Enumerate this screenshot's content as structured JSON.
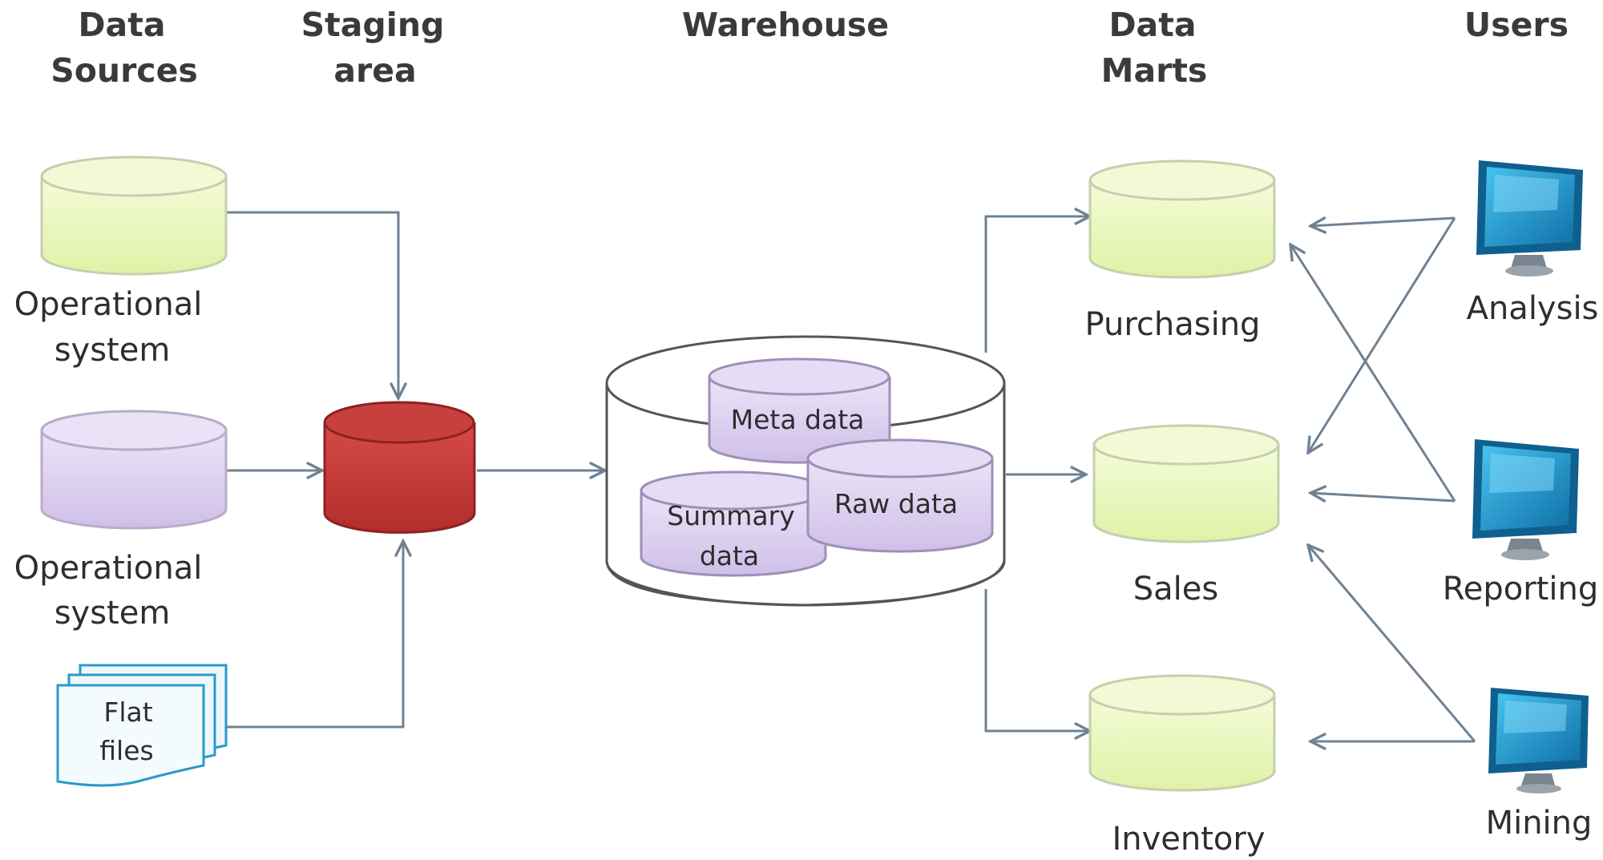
{
  "headers": {
    "data_sources_line1": "Data",
    "data_sources_line2": "Sources",
    "staging_line1": "Staging",
    "staging_line2": "area",
    "warehouse": "Warehouse",
    "data_marts_line1": "Data",
    "data_marts_line2": "Marts",
    "users": "Users"
  },
  "sources": {
    "operational_1_line1": "Operational",
    "operational_1_line2": "system",
    "operational_2_line1": "Operational",
    "operational_2_line2": "system",
    "flat_files_line1": "Flat",
    "flat_files_line2": "files"
  },
  "warehouse": {
    "meta_data": "Meta data",
    "summary_data_line1": "Summary",
    "summary_data_line2": "data",
    "raw_data": "Raw data"
  },
  "marts": {
    "purchasing": "Purchasing",
    "sales": "Sales",
    "inventory": "Inventory"
  },
  "users": {
    "analysis": "Analysis",
    "reporting": "Reporting",
    "mining": "Mining"
  },
  "colors": {
    "operational_1": "#eaf7bd",
    "operational_2": "#e1d6f2",
    "staging": "#c43a3a",
    "warehouse_inner": "#dccff0",
    "marts": "#eaf7bd",
    "flat_files": "#eef8fc",
    "connector": "#6f8293",
    "monitor": "#1d8fc4"
  },
  "icons": [
    "database-cylinder",
    "flat-files-stack",
    "monitor-icon"
  ]
}
